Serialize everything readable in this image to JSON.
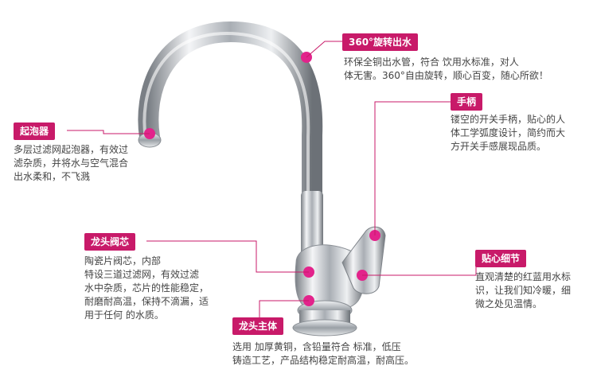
{
  "colors": {
    "accent": "#c81a69",
    "line": "#c81a69",
    "text": "#444444",
    "chrome_dark": "#6f7479",
    "chrome_light": "#f2f3f5"
  },
  "features": {
    "spout": {
      "label": "360°旋转出水",
      "desc": "环保全铜出水管，符合 饮用水标准，对人\n体无害。360°自由旋转，顺心百变，随心所欲！"
    },
    "handle": {
      "label": "手柄",
      "desc": "镂空的开关手柄，贴心的人\n体工学弧度设计，简约而大\n方开关手感展现品质。"
    },
    "aerator": {
      "label": "起泡器",
      "desc": "多层过滤网起泡器，有效过\n滤杂质，并将水与空气混合\n出水柔和，不飞溅"
    },
    "valve": {
      "label": "龙头阀芯",
      "desc": "陶瓷片阀芯，内部\n特设三道过滤网，有效过滤\n水中杂质，芯片的性能稳定，\n耐磨耐高温，保持不滴漏，适\n用于任何 的水质。"
    },
    "indicator": {
      "label": "贴心细节",
      "desc": "直观清楚的红蓝用水标\n识，让我们知冷暖，细\n微之处见温情。"
    },
    "body": {
      "label": "龙头主体",
      "desc": "选用       加厚黄铜，含铅量符合 标准，低压\n铸造工艺，产品结构稳定耐高温，耐高压。"
    }
  }
}
